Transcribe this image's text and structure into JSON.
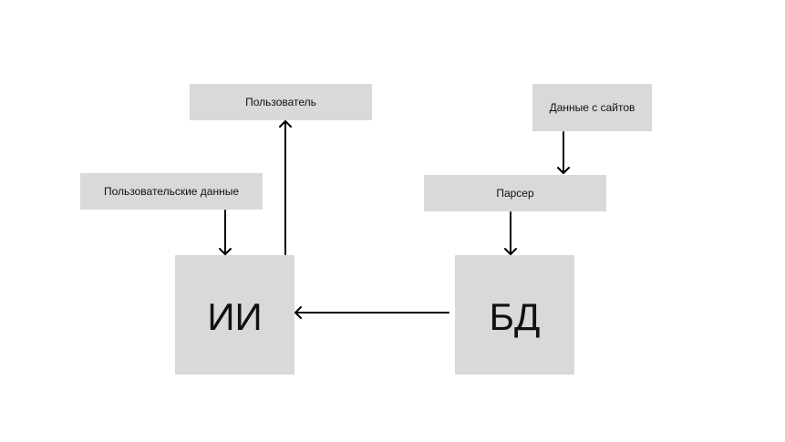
{
  "nodes": {
    "user": "Пользователь",
    "site_data": "Данные с сайтов",
    "user_data": "Пользовательские данные",
    "parser": "Парсер",
    "ai": "ИИ",
    "db": "БД"
  },
  "edges": [
    {
      "from": "site_data",
      "to": "parser"
    },
    {
      "from": "parser",
      "to": "db"
    },
    {
      "from": "db",
      "to": "ai"
    },
    {
      "from": "user_data",
      "to": "ai"
    },
    {
      "from": "ai",
      "to": "user"
    }
  ],
  "colors": {
    "box_fill": "#d9d9d9",
    "line": "#000000",
    "text": "#111111",
    "background": "#ffffff"
  }
}
